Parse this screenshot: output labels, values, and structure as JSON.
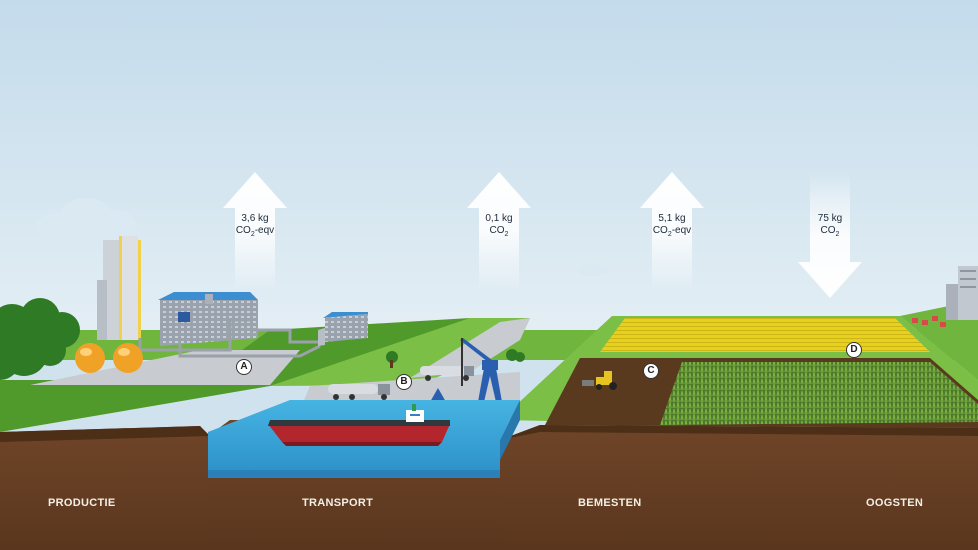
{
  "emissions": [
    {
      "value": "3,6 kg",
      "unit": "CO2-eqv",
      "direction": "up"
    },
    {
      "value": "0,1 kg",
      "unit": "CO2",
      "direction": "up"
    },
    {
      "value": "5,1 kg",
      "unit": "CO2-eqv",
      "direction": "up"
    },
    {
      "value": "75 kg",
      "unit": "CO2",
      "direction": "down"
    }
  ],
  "markers": [
    "A",
    "B",
    "C",
    "D"
  ],
  "stages": [
    "PRODUCTIE",
    "TRANSPORT",
    "BEMESTEN",
    "OOGSTEN"
  ],
  "colors": {
    "sky": "#cfe2ee",
    "grass": "#5fa832",
    "soil": "#6b4226",
    "water": "#3aa5d8",
    "crop_yellow": "#e6d21e",
    "ship_hull": "#b3262d"
  }
}
